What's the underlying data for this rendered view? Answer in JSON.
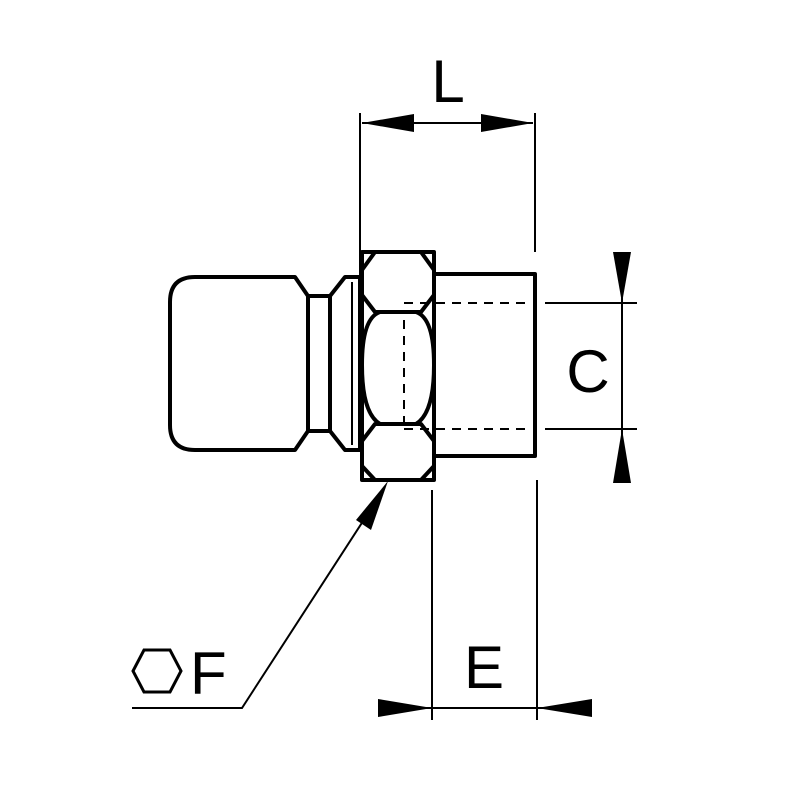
{
  "labels": {
    "L": "L",
    "C": "C",
    "E": "E",
    "F": "F"
  },
  "icons": {
    "hex": "hexagon-icon"
  },
  "colors": {
    "line": "#000000",
    "background": "#ffffff"
  }
}
